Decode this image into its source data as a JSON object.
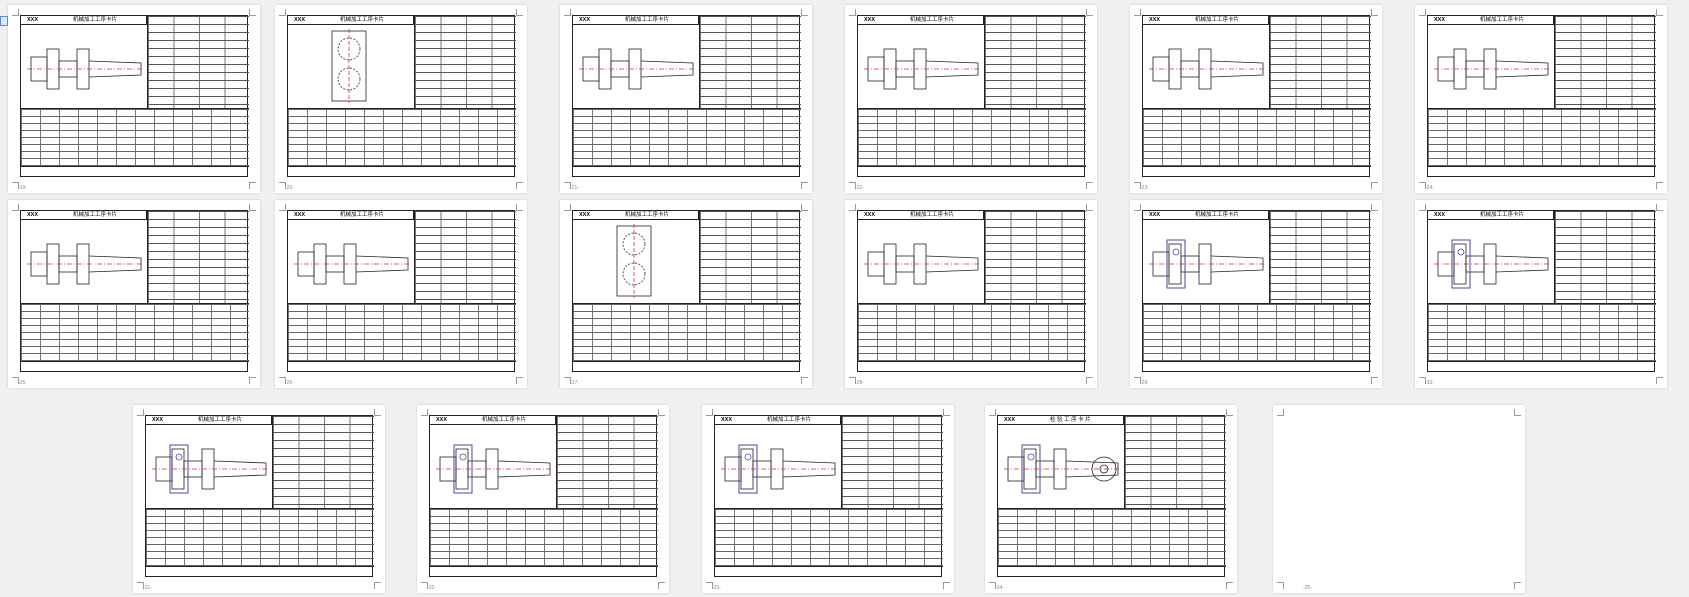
{
  "document": {
    "card_code": "XXX",
    "card_title": "机械加工工序卡片",
    "last_card_title": "检 验 工 序 卡 片"
  },
  "pages": [
    {
      "number": "-19-",
      "kind": "shaft",
      "title": "机械加工工序卡片"
    },
    {
      "number": "-20-",
      "kind": "plate",
      "title": "机械加工工序卡片"
    },
    {
      "number": "-21-",
      "kind": "shaft",
      "title": "机械加工工序卡片"
    },
    {
      "number": "-22-",
      "kind": "shaft",
      "title": "机械加工工序卡片"
    },
    {
      "number": "-23-",
      "kind": "shaft",
      "title": "机械加工工序卡片"
    },
    {
      "number": "-24-",
      "kind": "shaft",
      "title": "机械加工工序卡片"
    },
    {
      "number": "-25-",
      "kind": "shaft",
      "title": "机械加工工序卡片"
    },
    {
      "number": "-26-",
      "kind": "shaft",
      "title": "机械加工工序卡片"
    },
    {
      "number": "-27-",
      "kind": "plate",
      "title": "机械加工工序卡片"
    },
    {
      "number": "-28-",
      "kind": "shaft",
      "title": "机械加工工序卡片"
    },
    {
      "number": "-29-",
      "kind": "fixture",
      "title": "机械加工工序卡片"
    },
    {
      "number": "-30-",
      "kind": "fixture",
      "title": "机械加工工序卡片"
    },
    {
      "number": "-31-",
      "kind": "fixture",
      "title": "机械加工工序卡片"
    },
    {
      "number": "-32-",
      "kind": "fixture",
      "title": "机械加工工序卡片"
    },
    {
      "number": "-33-",
      "kind": "fixture",
      "title": "机械加工工序卡片"
    },
    {
      "number": "-34-",
      "kind": "inspection",
      "title": "检 验 工 序 卡 片"
    },
    {
      "number": "-35-",
      "kind": "blank",
      "title": ""
    }
  ]
}
